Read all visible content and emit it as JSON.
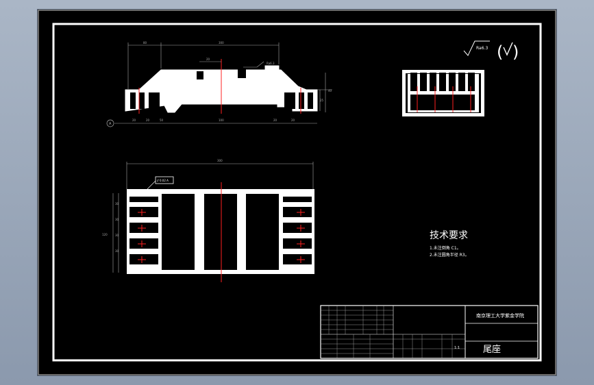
{
  "drawing": {
    "title_block": {
      "school": "南京理工大学紫金学院",
      "part_name": "尾座",
      "scale_value": "1:1"
    },
    "tech_requirements": {
      "title": "技术要求",
      "items": [
        "1.未注倒角 C1。",
        "2.未注圆角半径 R3。"
      ]
    },
    "roughness_symbol": "Ra6.3",
    "dimensions": {
      "front_top_left": "80",
      "front_top_main": "300",
      "front_top_flat": "20",
      "front_h_right": "40",
      "front_h_inner": "25",
      "front_bottom_1": "20",
      "front_bottom_2": "20",
      "front_bottom_3": "50",
      "front_bottom_4": "100",
      "front_bottom_5": "20",
      "front_bottom_6": "20",
      "top_overall": "300",
      "side_pitch_1": "30",
      "side_pitch_2": "30",
      "side_pitch_3": "30",
      "side_pitch_4": "30",
      "side_overall": "120",
      "datum_label": "A",
      "tol_frame": "// 0.02 A",
      "callout": "Ra6.3"
    },
    "colors": {
      "background": "#000000",
      "lines": "#ffffff",
      "centerline": "#ff2020"
    }
  }
}
